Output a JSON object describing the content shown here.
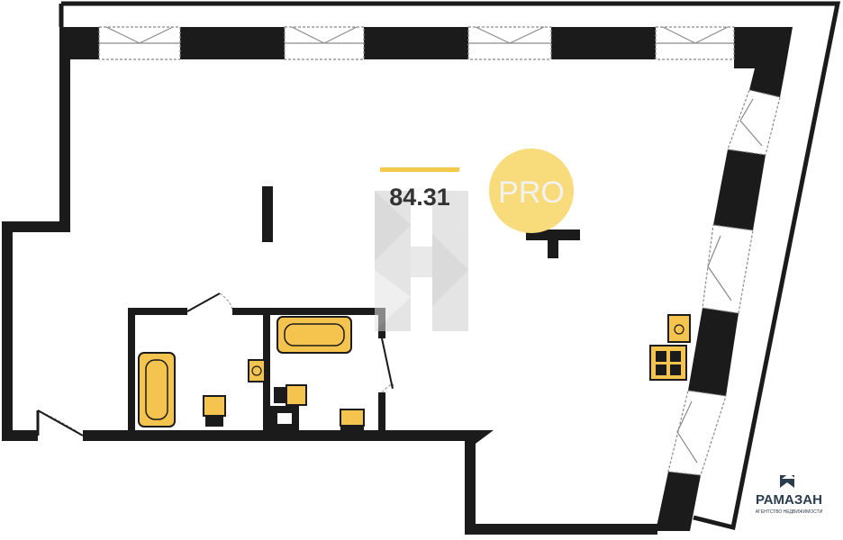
{
  "plan": {
    "area": "84.31",
    "pro_badge": "PRO"
  },
  "logo": {
    "name": "РАМАЗАН",
    "tagline": "АГЕНТСТВО НЕДВИЖИМОСТИ"
  },
  "colors": {
    "wall": "#1b1b1b",
    "fixture": "#f5c44e",
    "badge": "#f8db7a",
    "watermark": "#d0d0d0",
    "area_bar": "#f2c94c",
    "brand": "#2a3c4e"
  }
}
